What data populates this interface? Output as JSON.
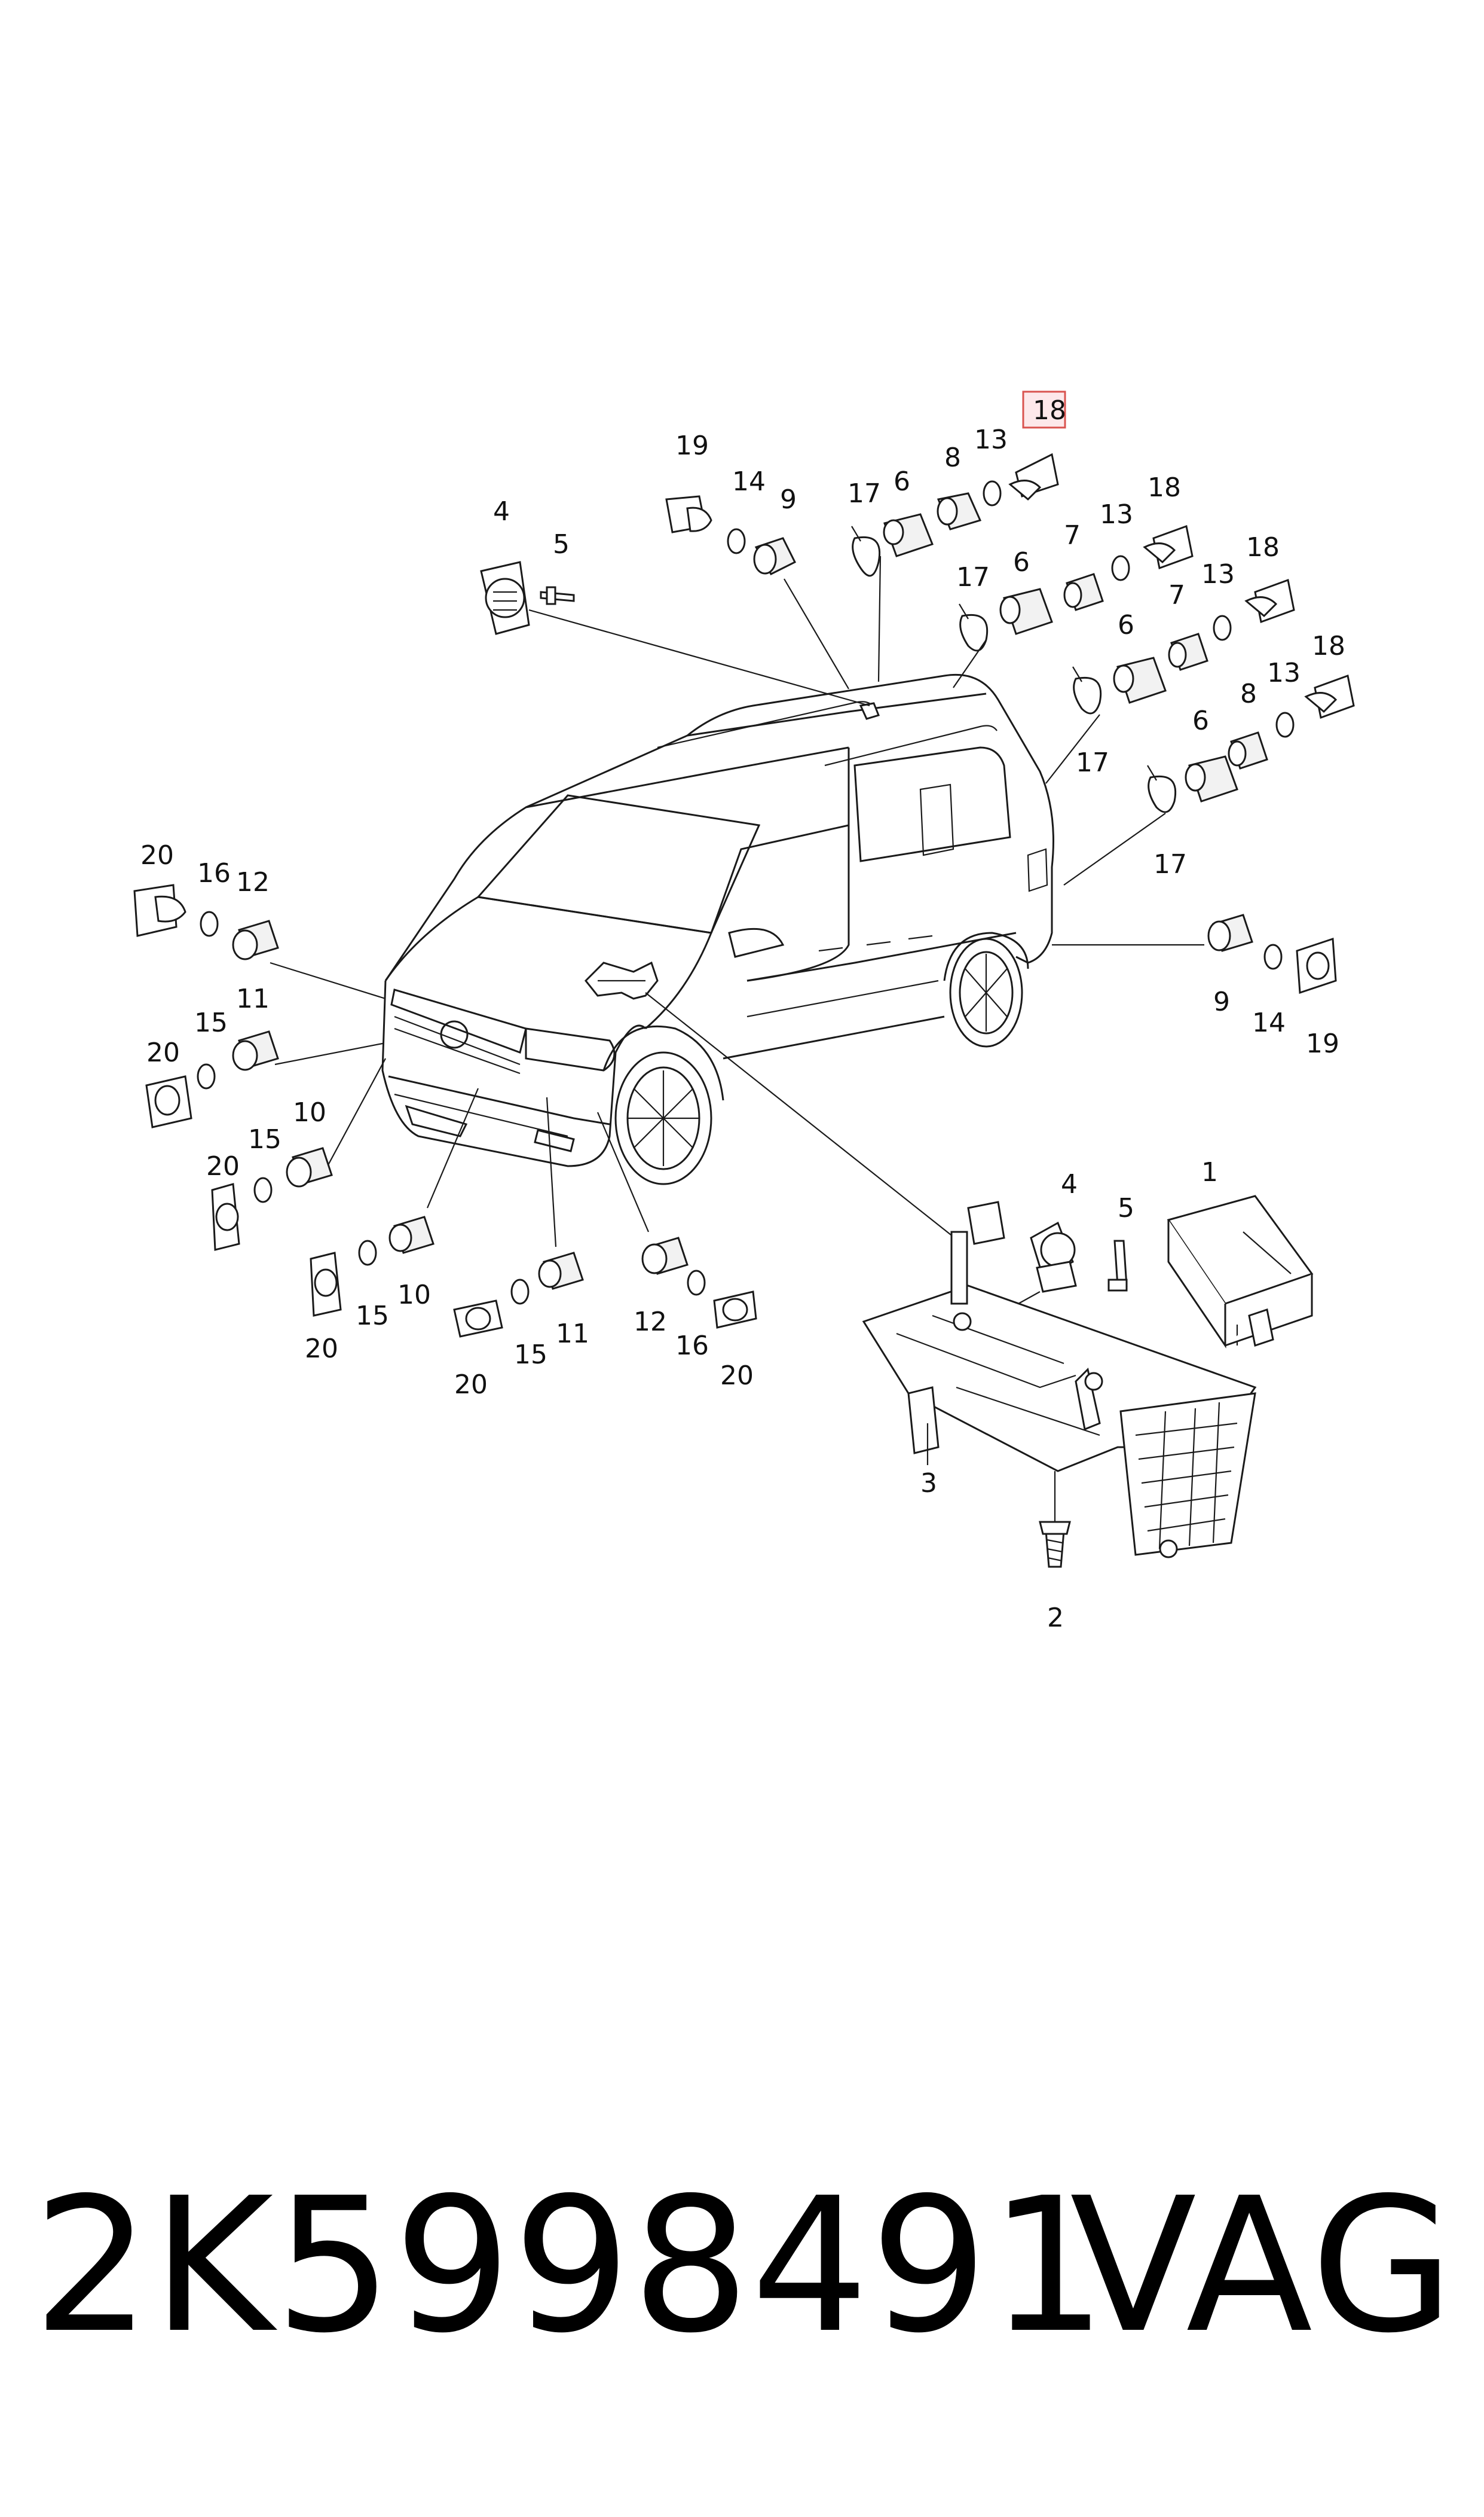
{
  "diagram": {
    "highlighted_callout": "18",
    "callouts": {
      "c18_highlight": "18",
      "c19_top": "19",
      "c14_top": "14",
      "c9_top": "9",
      "c17_top": "17",
      "c6_top": "6",
      "c8_top": "8",
      "c13_top": "13",
      "c4_top": "4",
      "c5_top": "5",
      "c18_r1": "18",
      "c13_r1": "13",
      "c7_r1": "7",
      "c6_r1": "6",
      "c17_r1": "17",
      "c18_r2": "18",
      "c13_r2": "13",
      "c7_r2": "7",
      "c6_r2": "6",
      "c18_r3": "18",
      "c13_r3": "13",
      "c8_r3": "8",
      "c6_r3": "6",
      "c17_r4": "17",
      "c17_r5": "17",
      "c9_rr": "9",
      "c14_rr": "14",
      "c19_rr": "19",
      "c20_l1": "20",
      "c16_l1": "16",
      "c12_l1": "12",
      "c11_l2": "11",
      "c15_l2": "15",
      "c20_l2": "20",
      "c10_l3": "10",
      "c15_l3": "15",
      "c20_l3": "20",
      "c20_b1": "20",
      "c15_b1": "15",
      "c10_b1": "10",
      "c20_b2": "20",
      "c15_b2": "15",
      "c11_b2": "11",
      "c12_b3": "12",
      "c16_b3": "16",
      "c20_b3": "20",
      "c1_ctrl": "1",
      "c4_ctrl": "4",
      "c5_ctrl": "5",
      "c3_ctrl": "3",
      "c2_ctrl": "2"
    }
  },
  "footer": {
    "part_number": "2K5998491",
    "brand": "VAG"
  }
}
